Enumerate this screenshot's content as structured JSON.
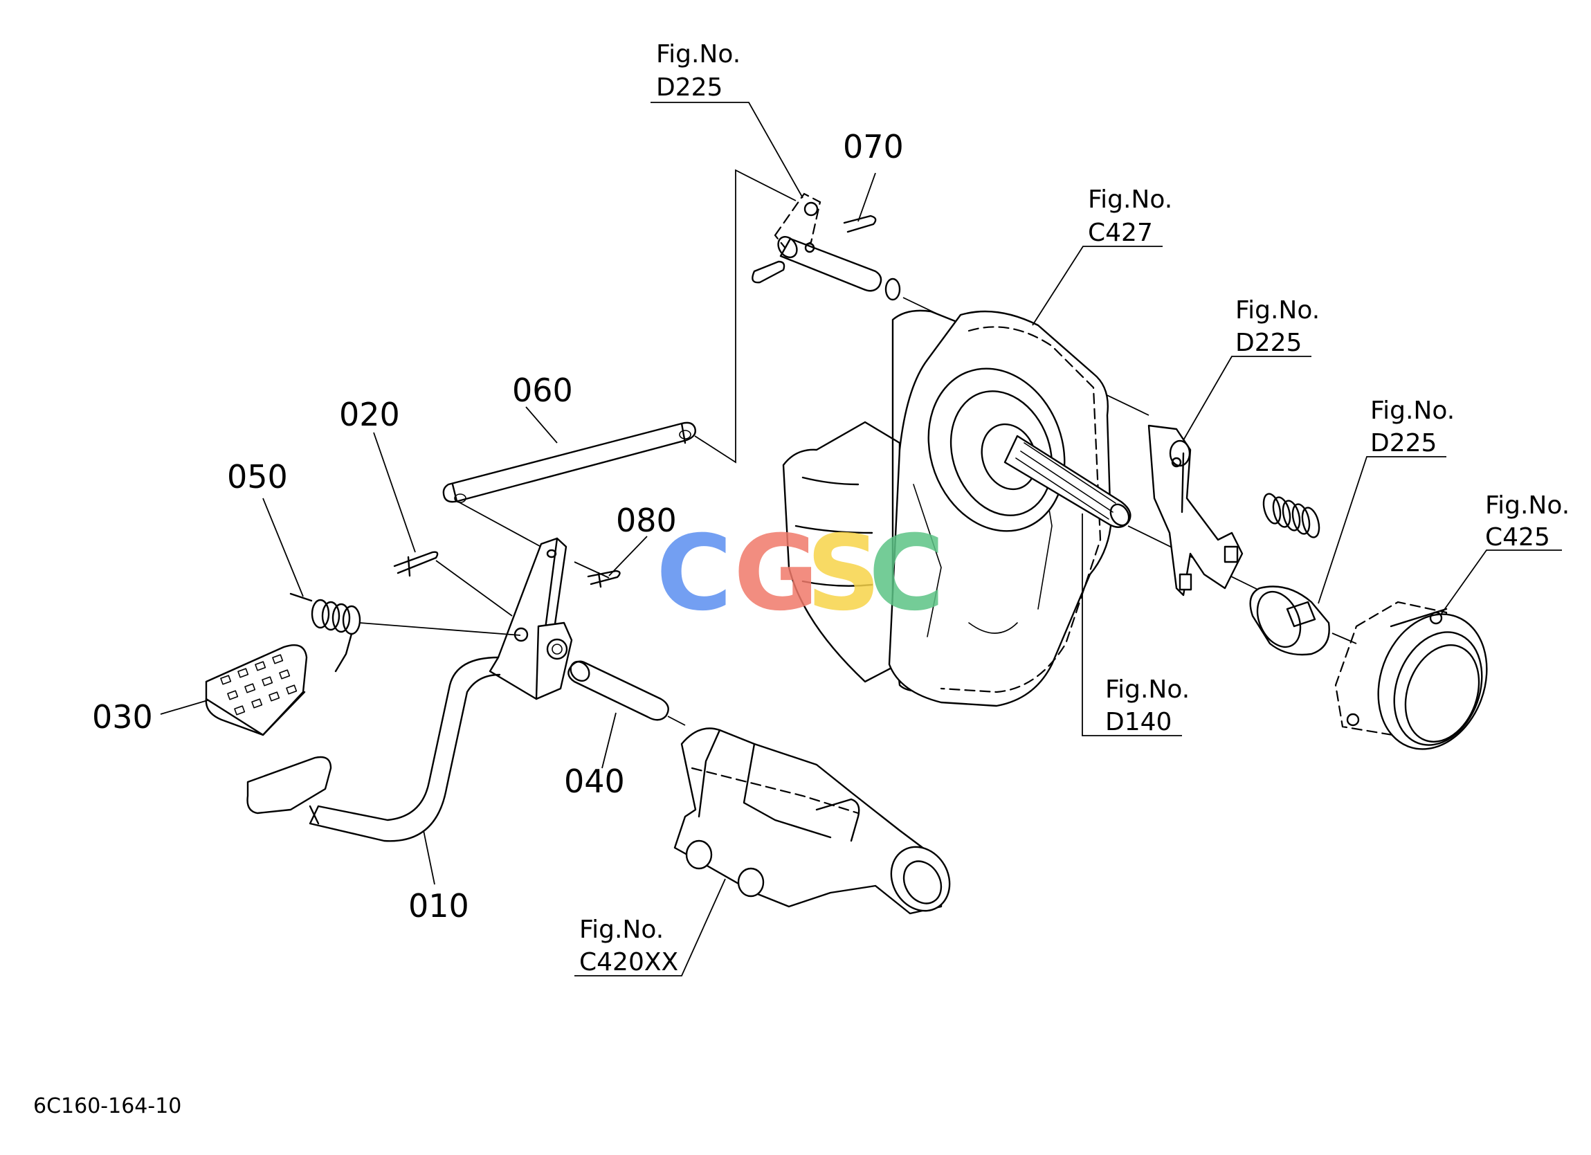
{
  "parts": {
    "p010": "010",
    "p020": "020",
    "p030": "030",
    "p040": "040",
    "p050": "050",
    "p060": "060",
    "p070": "070",
    "p080": "080"
  },
  "refs": {
    "fig_label": "Fig.No.",
    "d225_top": "D225",
    "c427": "C427",
    "d225_mid": "D225",
    "d225_right": "D225",
    "c425": "C425",
    "d140": "D140",
    "c420xx": "C420XX"
  },
  "watermark": {
    "letters": [
      "C",
      "G",
      "S",
      "C"
    ],
    "colors": [
      "#5b8ff0",
      "#f07a6a",
      "#f7d44a",
      "#5cc486"
    ]
  },
  "diagram_code": "6C160-164-10"
}
